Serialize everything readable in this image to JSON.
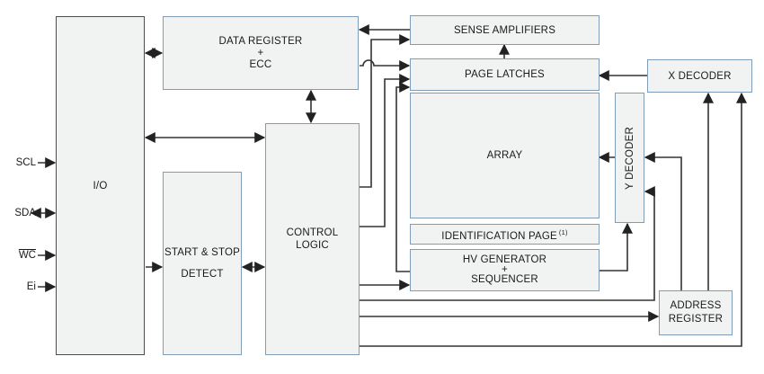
{
  "pins": [
    {
      "label": "SCL"
    },
    {
      "label": "SDA"
    },
    {
      "label": "WC"
    },
    {
      "label": "Ei"
    }
  ],
  "blocks": {
    "io": {
      "label": "I/O"
    },
    "data_register": {
      "lines": [
        "DATA REGISTER",
        "+",
        "ECC"
      ]
    },
    "start_stop_detect": {
      "lines": [
        "START & STOP",
        "DETECT"
      ]
    },
    "control_logic": {
      "lines": [
        "CONTROL",
        "LOGIC"
      ]
    },
    "sense_amplifiers": {
      "label": "SENSE AMPLIFIERS"
    },
    "page_latches": {
      "label": "PAGE LATCHES"
    },
    "array": {
      "label": "ARRAY"
    },
    "identification_page": {
      "label": "IDENTIFICATION PAGE",
      "note": "(1)"
    },
    "hv_generator": {
      "lines": [
        "HV GENERATOR",
        "+",
        "SEQUENCER"
      ]
    },
    "x_decoder": {
      "label": "X DECODER"
    },
    "y_decoder": {
      "label": "Y DECODER"
    },
    "address_register": {
      "lines": [
        "ADDRESS",
        "REGISTER"
      ]
    }
  },
  "colors": {
    "background": "#ffffff",
    "block_fill": "#f1f2f2",
    "block_border": "#7f9db9",
    "io_block_border": "#4d4d4d",
    "connector": "#333333",
    "text": "#1a1a1a"
  }
}
